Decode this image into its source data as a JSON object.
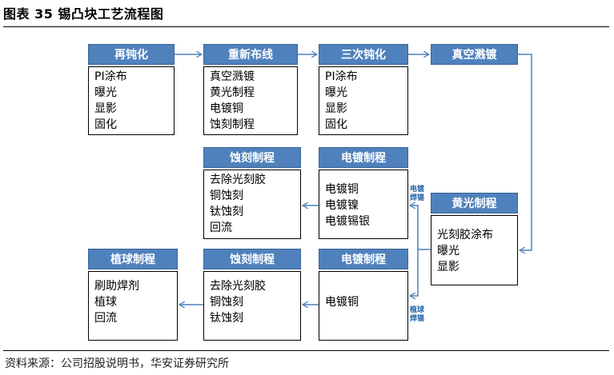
{
  "title": "图表 35 锡凸块工艺流程图",
  "source": "资料来源：公司招股说明书，华安证券研究所",
  "colors": {
    "header": "#4f81bd",
    "arrow": "#4f81bd"
  },
  "steps": {
    "s1": {
      "title": "再钝化",
      "items": [
        "PI涂布",
        "曝光",
        "显影",
        "固化"
      ]
    },
    "s2": {
      "title": "重新布线",
      "items": [
        "真空溅镀",
        "黄光制程",
        "电镀铜",
        "蚀刻制程"
      ]
    },
    "s3": {
      "title": "三次钝化",
      "items": [
        "PI涂布",
        "曝光",
        "显影",
        "固化"
      ]
    },
    "s4": {
      "title": "真空溅镀",
      "items": []
    },
    "s5": {
      "title": "黄光制程",
      "items": [
        "光刻胶涂布",
        "曝光",
        "显影"
      ]
    },
    "s6": {
      "title": "电镀制程",
      "items": [
        "电镀铜",
        "电镀镍",
        "电镀锡银"
      ]
    },
    "s7": {
      "title": "蚀刻制程",
      "items": [
        "去除光刻胶",
        "铜蚀刻",
        "钛蚀刻",
        "回流"
      ]
    },
    "s8": {
      "title": "电镀制程",
      "items": [
        "电镀铜"
      ]
    },
    "s9": {
      "title": "蚀刻制程",
      "items": [
        "去除光刻胶",
        "铜蚀刻",
        "钛蚀刻"
      ]
    },
    "s10": {
      "title": "植球制程",
      "items": [
        "刷助焊剂",
        "植球",
        "回流"
      ]
    }
  },
  "edge_labels": {
    "solder": [
      "电镀",
      "焊锡"
    ],
    "ball": [
      "植球",
      "焊锡"
    ]
  }
}
